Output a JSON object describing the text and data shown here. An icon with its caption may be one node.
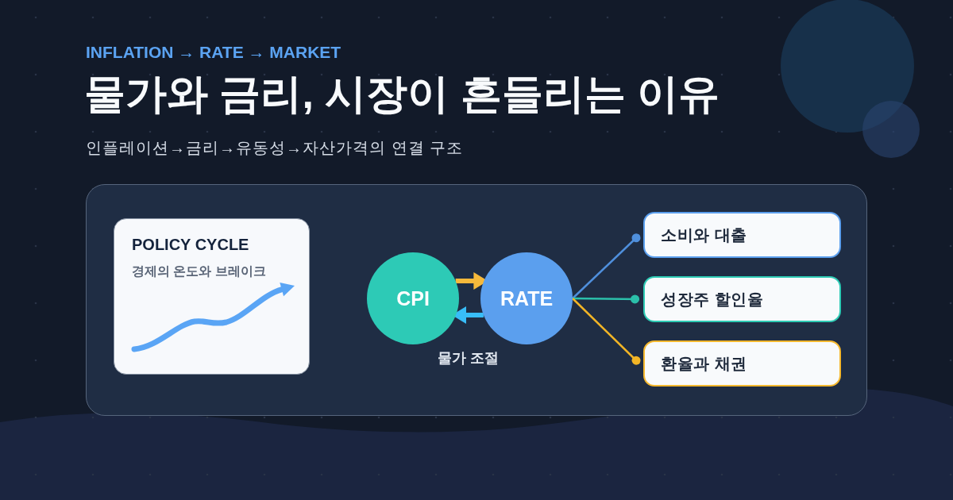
{
  "diagram": {
    "title": "물가와 금리, 시장이 흔들리는 이유",
    "nodes": [
      {
        "text": [],
        "shape": "box"
      },
      {
        "text": [
          "POLICY CYCLE",
          "경제의 온도와 브레이크"
        ],
        "in": 0
      },
      {
        "text": [
          "CPI"
        ],
        "in": 0
      },
      {
        "text": [
          "RATE"
        ],
        "in": 0
      },
      {
        "text": [
          "소비와 대출"
        ],
        "in": 0
      },
      {
        "text": [
          "성장주 할인율"
        ],
        "in": 0
      },
      {
        "text": [
          "환율과 채권"
        ],
        "in": 0
      }
    ],
    "edges": [
      {
        "from": 2,
        "to": 3,
        "arrow": "to",
        "style": "thick",
        "color": "#f6b93b"
      },
      {
        "from": 3,
        "to": 2,
        "arrow": "to",
        "style": "thick",
        "color": "#38bdf8"
      },
      {
        "from": 3,
        "to": 4,
        "arrow": "other",
        "color": "#4f8fdc"
      },
      {
        "from": 3,
        "to": 5,
        "arrow": "other",
        "color": "#2bbfaa"
      },
      {
        "from": 3,
        "to": 6,
        "arrow": "other",
        "color": "#f2b526"
      }
    ],
    "labels": [
      "INFLATION → RATE → MARKET",
      "인플레이션→금리→유동성→자산가격의 연결 구조",
      "물가 조절"
    ]
  }
}
